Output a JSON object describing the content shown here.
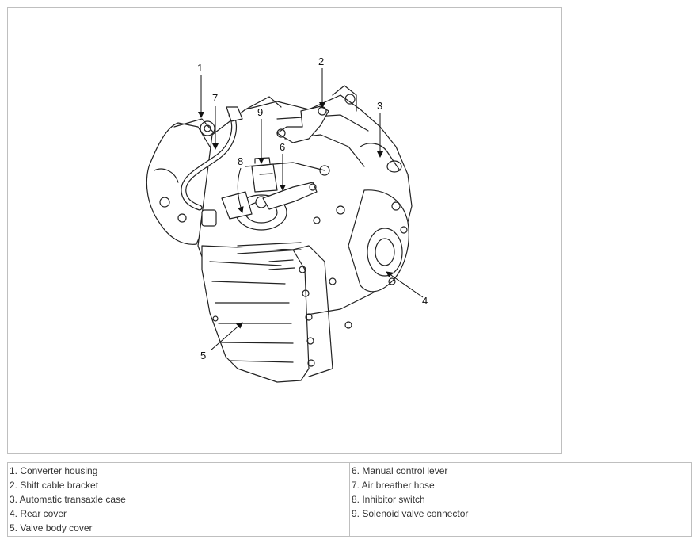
{
  "callouts": [
    {
      "id": "1",
      "label": "1"
    },
    {
      "id": "2",
      "label": "2"
    },
    {
      "id": "3",
      "label": "3"
    },
    {
      "id": "4",
      "label": "4"
    },
    {
      "id": "5",
      "label": "5"
    },
    {
      "id": "6",
      "label": "6"
    },
    {
      "id": "7",
      "label": "7"
    },
    {
      "id": "8",
      "label": "8"
    },
    {
      "id": "9",
      "label": "9"
    }
  ],
  "legend": {
    "left": [
      "1. Converter housing",
      "2. Shift cable bracket",
      "3. Automatic transaxle case",
      "4. Rear cover",
      "5. Valve body cover"
    ],
    "right": [
      "6. Manual control lever",
      "7. Air breather hose",
      "8. Inhibitor switch",
      "9. Solenoid valve connector"
    ]
  }
}
